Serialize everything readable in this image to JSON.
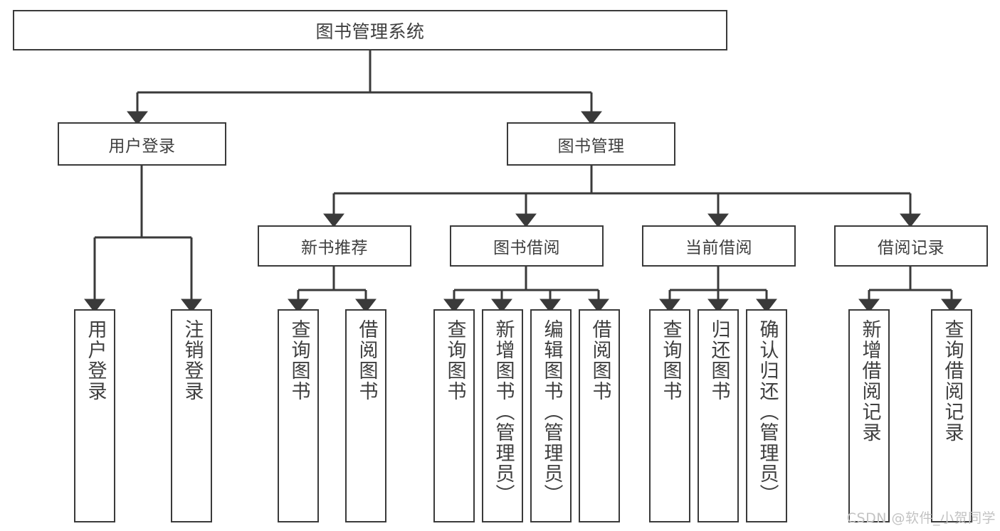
{
  "diagram": {
    "title": "图书管理系统",
    "type": "hierarchy-tree",
    "watermark": "CSDN @软件_小贺同学",
    "root": {
      "label": "图书管理系统"
    },
    "level1": [
      {
        "label": "用户登录"
      },
      {
        "label": "图书管理"
      }
    ],
    "level2": [
      {
        "label": "新书推荐"
      },
      {
        "label": "图书借阅"
      },
      {
        "label": "当前借阅"
      },
      {
        "label": "借阅记录"
      }
    ],
    "leaves": {
      "user_login": [
        {
          "label": "用户登录"
        },
        {
          "label": "注销登录"
        }
      ],
      "new_book_recommend": [
        {
          "label": "查询图书"
        },
        {
          "label": "借阅图书"
        }
      ],
      "book_borrow": [
        {
          "label": "查询图书"
        },
        {
          "label": "新增图书（管理员）"
        },
        {
          "label": "编辑图书（管理员）"
        },
        {
          "label": "借阅图书"
        }
      ],
      "current_borrow": [
        {
          "label": "查询图书"
        },
        {
          "label": "归还图书"
        },
        {
          "label": "确认归还（管理员）"
        }
      ],
      "borrow_record": [
        {
          "label": "新增借阅记录"
        },
        {
          "label": "查询借阅记录"
        }
      ]
    },
    "colors": {
      "stroke": "#3a3a3a",
      "fill": "#ffffff",
      "text": "#3f3f3f",
      "watermark": "#c3c3c3"
    }
  }
}
